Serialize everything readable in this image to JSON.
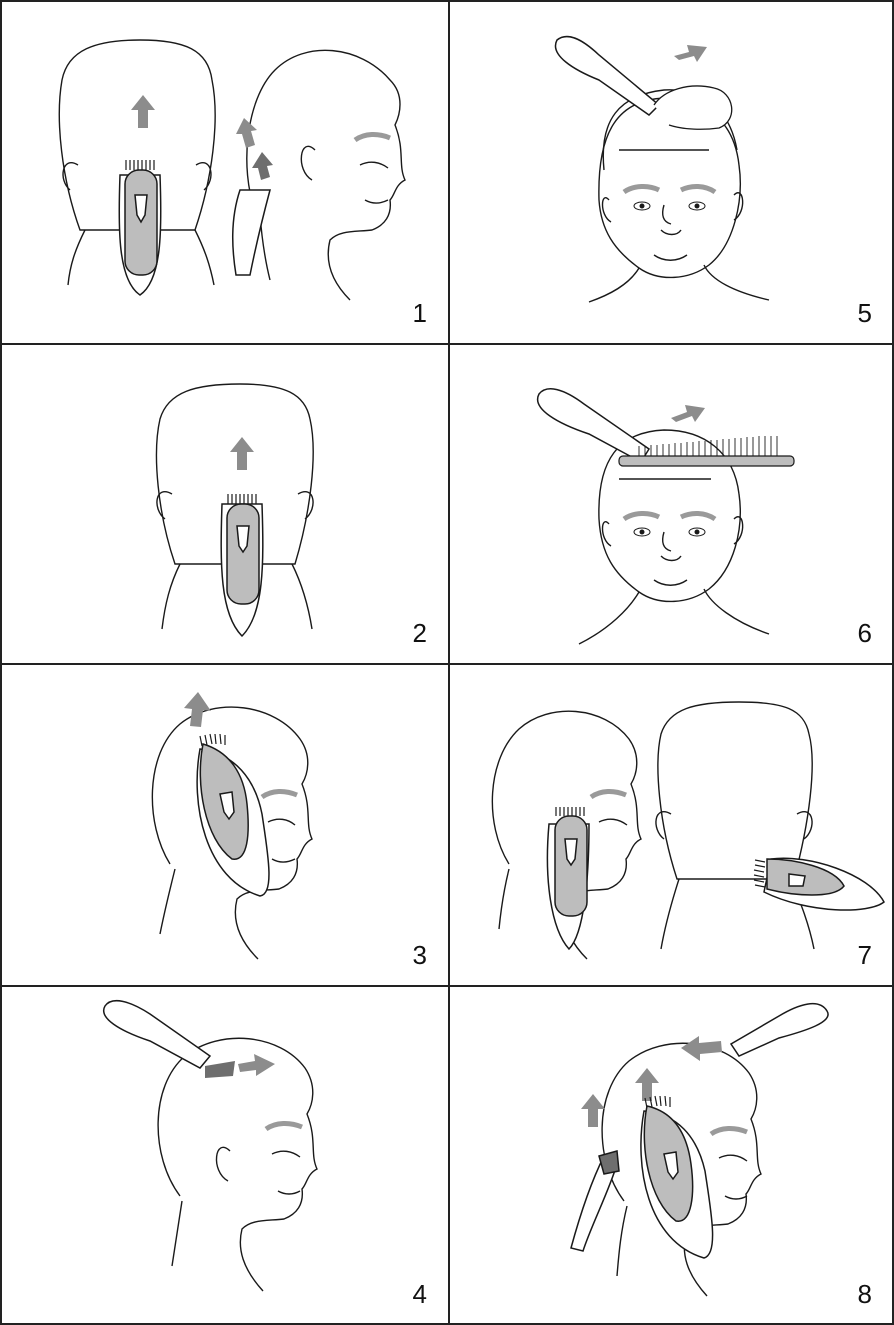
{
  "colors": {
    "line": "#1a1a1a",
    "arrow": "#8c8c8c",
    "arrow_dark": "#6e6e6e",
    "clipper_fill": "#bdbdbd",
    "eyebrow": "#9a9a9a",
    "border": "#222222"
  },
  "panels": [
    {
      "label": "1",
      "scene": "back-and-side-view-clipper-on-nape"
    },
    {
      "label": "5",
      "scene": "front-view-trimmer-over-fringe"
    },
    {
      "label": "2",
      "scene": "back-view-clipper-on-nape"
    },
    {
      "label": "6",
      "scene": "front-view-trimmer-with-comb"
    },
    {
      "label": "3",
      "scene": "side-view-clipper-behind-ear"
    },
    {
      "label": "7",
      "scene": "side-and-back-view-clipper-at-neck"
    },
    {
      "label": "4",
      "scene": "side-view-trimmer-on-crown"
    },
    {
      "label": "8",
      "scene": "side-view-clipper-and-trimmers"
    }
  ]
}
